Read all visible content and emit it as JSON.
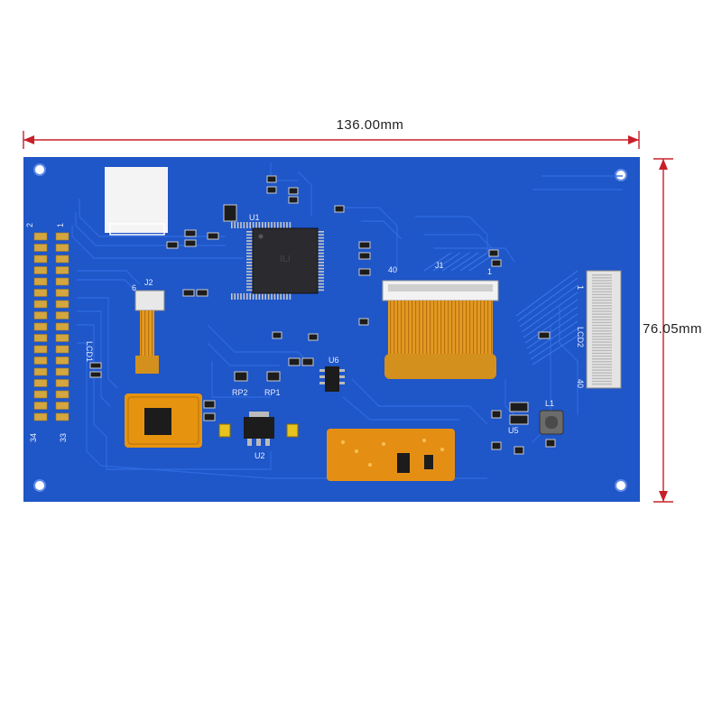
{
  "dimensions": {
    "width_label": "136.00mm",
    "height_label": "76.05mm",
    "line_color": "#c8202a"
  },
  "board": {
    "color": "#1f56c8",
    "trace_color": "#2f6be0",
    "silkscreen_color": "#e8eefc",
    "labels": {
      "lcd1": "LCD1",
      "lcd1_pin_top_left": "2",
      "lcd1_pin_top_right": "1",
      "lcd1_pin_bottom_left": "34",
      "lcd1_pin_bottom_right": "33",
      "j2": "J2",
      "j2_pin": "6",
      "u1": "U1",
      "j1": "J1",
      "j1_pin_left": "40",
      "j1_pin_right": "1",
      "lcd2": "LCD2",
      "lcd2_pin_top": "1",
      "lcd2_pin_bottom": "40",
      "u6": "U6",
      "rp2": "RP2",
      "rp1": "RP1",
      "u2": "U2",
      "l1": "L1",
      "u5": "U5"
    }
  }
}
